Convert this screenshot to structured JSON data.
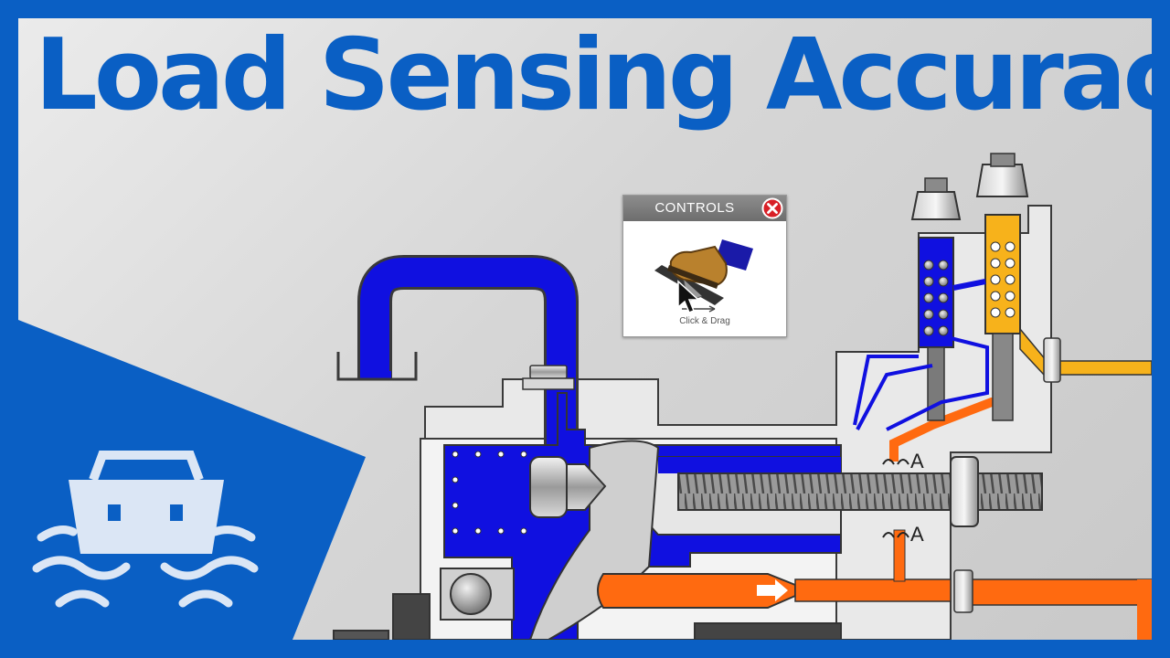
{
  "page": {
    "title": "Load Sensing Accuracy"
  },
  "controls": {
    "title": "CONTROLS",
    "hint": "Click & Drag"
  },
  "labels": {
    "port_a_upper": "A",
    "port_a_lower": "A"
  },
  "colors": {
    "brand": "#0a5fc4",
    "supply_fluid": "#1010e0",
    "signal_fluid": "#ff6a10",
    "compensator_fluid": "#f7b21b",
    "housing": "#f2f2f2",
    "outline": "#3a3a3a"
  },
  "icons": {
    "logo": "toolbox-icon",
    "close": "close-icon",
    "pedal": "foot-pedal-icon",
    "cursor": "cursor-icon"
  }
}
